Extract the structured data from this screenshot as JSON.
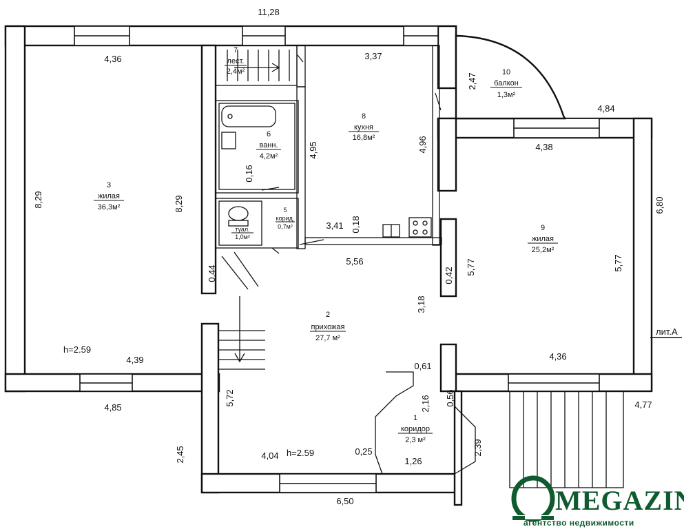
{
  "plan": {
    "rooms": [
      {
        "id": "room-1",
        "number": "1",
        "name": "коридор",
        "area": "2,3 м²"
      },
      {
        "id": "room-2",
        "number": "2",
        "name": "прихожая",
        "area": "27,7 м²"
      },
      {
        "id": "room-3",
        "number": "3",
        "name": "жилая",
        "area": "36,3м²"
      },
      {
        "id": "room-4",
        "number": "",
        "name": "туал.",
        "area": "1,0м²"
      },
      {
        "id": "room-5",
        "number": "5",
        "name": "корид.",
        "area": "0,7м²"
      },
      {
        "id": "room-6",
        "number": "6",
        "name": "ванн.",
        "area": "4,2м²"
      },
      {
        "id": "room-7",
        "number": "7",
        "name": "лест.",
        "area": "2,4м²"
      },
      {
        "id": "room-8",
        "number": "8",
        "name": "кухня",
        "area": "16,8м²"
      },
      {
        "id": "room-9",
        "number": "9",
        "name": "жилая",
        "area": "25,2м²"
      },
      {
        "id": "room-10",
        "number": "10",
        "name": "балкон",
        "area": "1,3м²"
      }
    ],
    "dimensions": [
      "11,28",
      "4,36",
      "3,37",
      "2,47",
      "4,84",
      "4,38",
      "6,80",
      "8,29",
      "8,29",
      "4,95",
      "4,96",
      "0,16",
      "3,41",
      "0,18",
      "5,56",
      "0,44",
      "0,42",
      "5,77",
      "5,77",
      "3,18",
      "4,39",
      "4,85",
      "4,36",
      "4,77",
      "0,61",
      "2,16",
      "0,56",
      "5,72",
      "2,45",
      "4,04",
      "0,25",
      "1,26",
      "2,39",
      "6,50"
    ],
    "heights": [
      "h=2.59",
      "h=2.59"
    ],
    "marker": "лит.А"
  },
  "logo": {
    "letter": "O",
    "name": "MEGAZIN",
    "subtitle": "агентство недвижимости",
    "color": "#0f5a2e"
  }
}
